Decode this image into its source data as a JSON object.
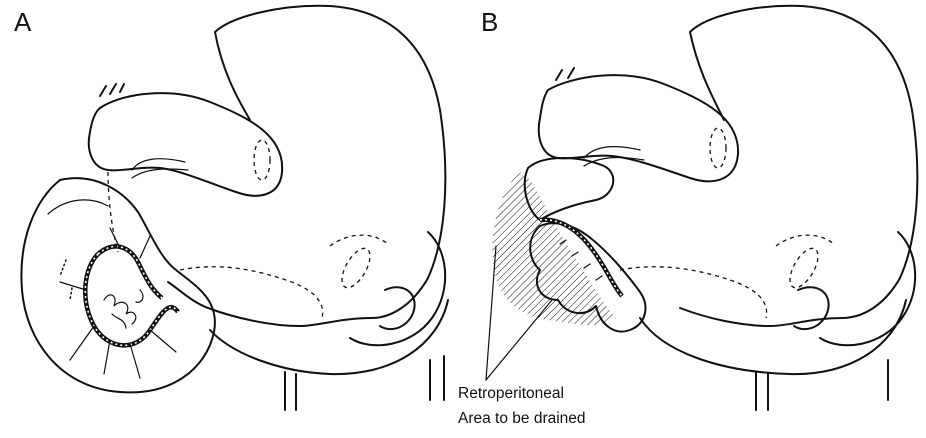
{
  "figure": {
    "panels": [
      {
        "letter": "A"
      },
      {
        "letter": "B"
      }
    ],
    "annotation": {
      "line1": "Retroperitoneal",
      "line2": "Area to be drained"
    },
    "colors": {
      "ink": "#111111",
      "background": "#ffffff"
    }
  }
}
